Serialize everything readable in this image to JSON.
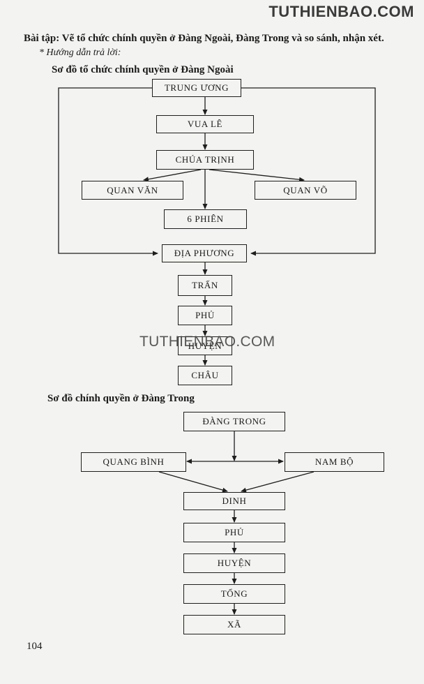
{
  "header": {
    "site_logo": "TUTHIENBAO.COM"
  },
  "exercise": {
    "title": "Bài tập: Vẽ tổ chức chính quyền ở Đàng Ngoài, Đàng Trong và so sánh, nhận xét.",
    "guide": "* Hướng dẫn trả lời:"
  },
  "dang_ngoai": {
    "title": "Sơ đồ tổ chức chính quyền ở Đàng Ngoài",
    "nodes": {
      "trung_uong": "TRUNG ƯƠNG",
      "vua_le": "VUA LÊ",
      "chua_trinh": "CHÚA TRỊNH",
      "quan_van": "QUAN VĂN",
      "quan_vo": "QUAN VÕ",
      "sau_phien": "6 PHIÊN",
      "dia_phuong": "ĐỊA PHƯƠNG",
      "tran": "TRẤN",
      "phu": "PHỦ",
      "huyen": "HUYỆN",
      "chau": "CHÂU"
    }
  },
  "watermark": "TUTHIENBAO.COM",
  "dang_trong": {
    "title": "Sơ đồ chính quyền ở Đàng Trong",
    "nodes": {
      "dang_trong": "ĐÀNG TRONG",
      "quang_binh": "QUANG BÌNH",
      "nam_bo": "NAM BỘ",
      "dinh": "DINH",
      "phu": "PHỦ",
      "huyen": "HUYỆN",
      "tong": "TỔNG",
      "xa": "XÃ"
    }
  },
  "page_number": "104",
  "colors": {
    "paper": "#f3f3f1",
    "ink": "#1e1e1e"
  }
}
